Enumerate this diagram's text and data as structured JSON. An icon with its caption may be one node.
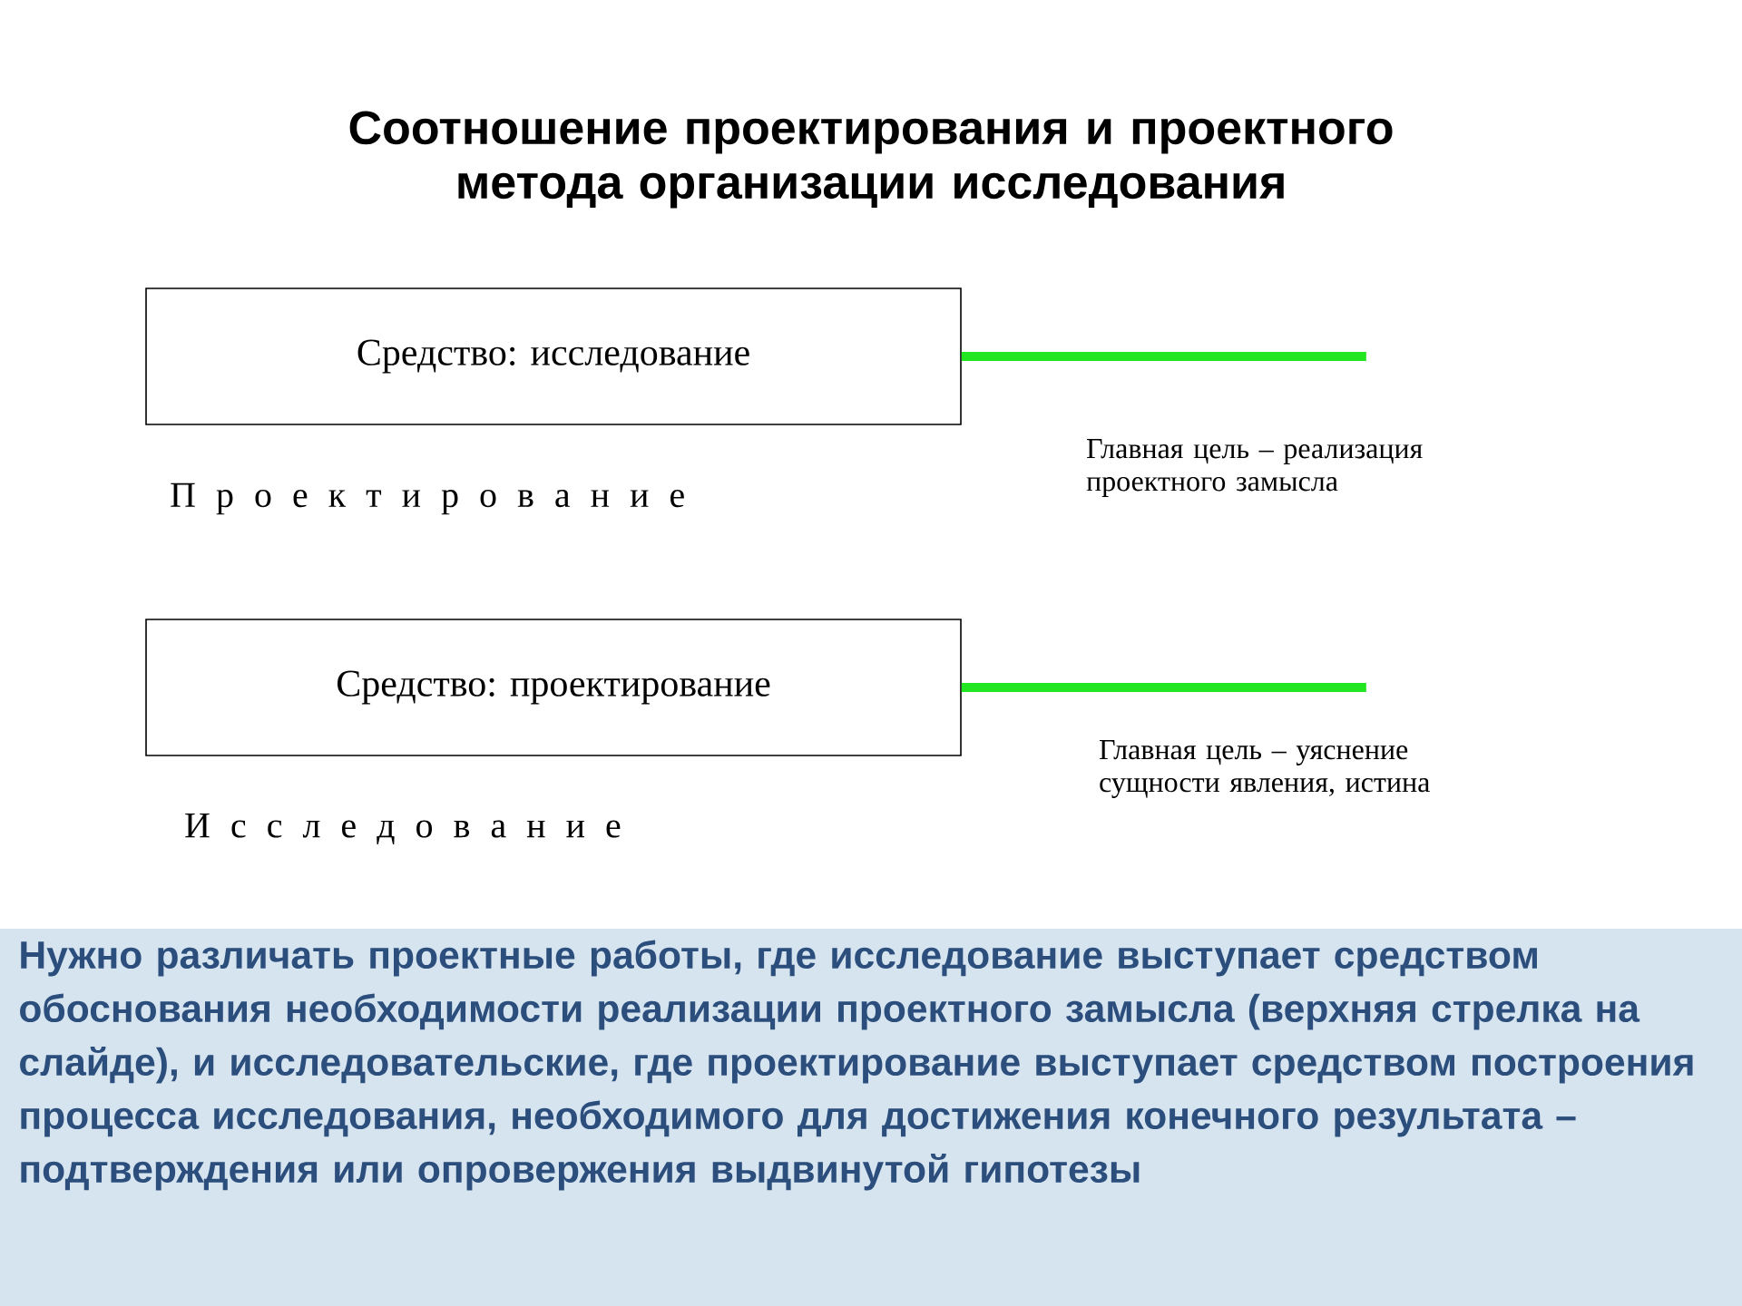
{
  "diagram": {
    "title": "Соотношение проектирования и проектного метода организации исследования",
    "nodes": [
      {
        "text": [
          "Средство: исследование"
        ]
      },
      {
        "text": [
          "Средство: проектирование"
        ]
      }
    ],
    "edges": [
      {
        "from": 0,
        "to": null,
        "arrow": "none"
      },
      {
        "from": 1,
        "to": null,
        "arrow": "none"
      }
    ],
    "labels": [
      "Главная цель – реализация проектного замысла",
      "П р о е к т и р о в а н и е",
      "Главная цель – уяснение сущности явления, истина",
      "И с с л е д о в а н и е"
    ],
    "caption": "Нужно различать проектные работы, где исследование выступает средством обоснования необходимости реализации проектного замысла (верхняя стрелка на слайде), и исследовательские, где проектирование выступает средством построения процесса исследования, необходимого для достижения конечного результата – подтверждения или опровержения выдвинутой гипотезы"
  }
}
